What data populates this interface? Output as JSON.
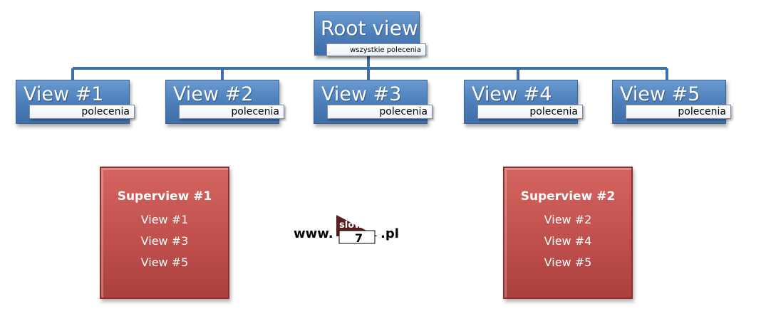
{
  "root": {
    "title": "Root view",
    "subtitle": "wszystkie polecenia"
  },
  "views": [
    {
      "title": "View #1",
      "subtitle": "polecenia"
    },
    {
      "title": "View #2",
      "subtitle": "polecenia"
    },
    {
      "title": "View #3",
      "subtitle": "polecenia"
    },
    {
      "title": "View #4",
      "subtitle": "polecenia"
    },
    {
      "title": "View #5",
      "subtitle": "polecenia"
    }
  ],
  "superviews": [
    {
      "title": "Superview  #1",
      "items": [
        "View #1",
        "View #3",
        "View #5"
      ]
    },
    {
      "title": "Superview  #2",
      "items": [
        "View #2",
        "View #4",
        "View #5"
      ]
    }
  ],
  "logo": {
    "prefix": "www.",
    "badge_top": "slow",
    "badge_number": "7",
    "suffix": ".pl"
  },
  "colors": {
    "view_box": "#4f81bd",
    "connector": "#3f6fa8",
    "superview_card": "#c0504d",
    "logo_badge": "#5a1e1e"
  }
}
